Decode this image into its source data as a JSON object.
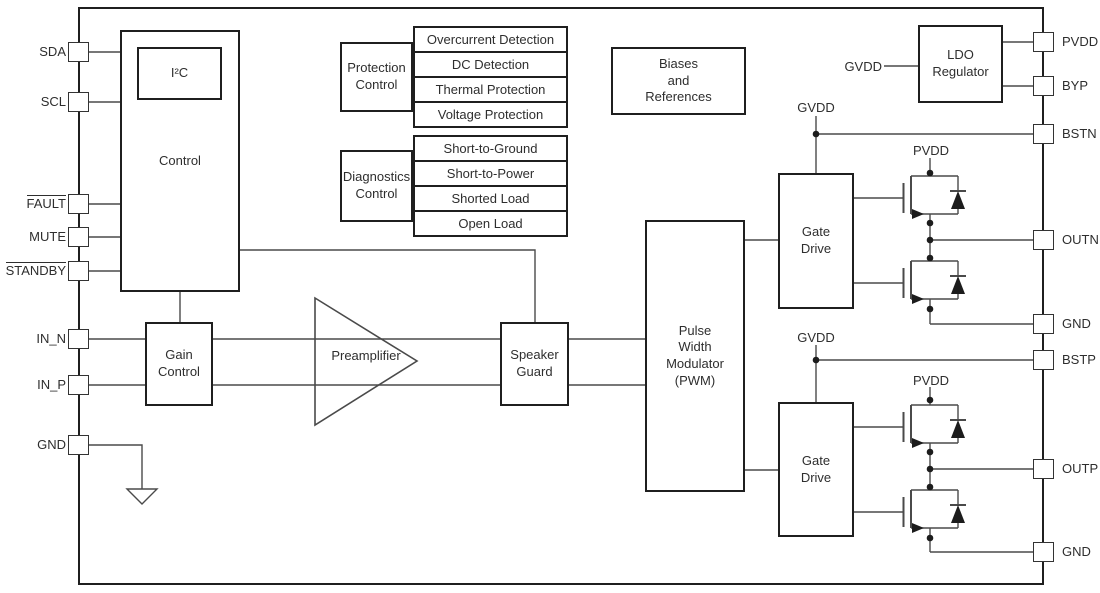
{
  "blocks": {
    "control": "Control",
    "i2c": "I²C",
    "biases": "Biases\nand\nReferences",
    "ldo": "LDO\nRegulator",
    "gain": "Gain\nControl",
    "preamplifier": "Preamplifier",
    "speaker_guard": "Speaker\nGuard",
    "pwm": "Pulse\nWidth\nModulator\n(PWM)",
    "gate_drive": "Gate\nDrive"
  },
  "protection": {
    "title": "Protection\nControl",
    "items": [
      "Overcurrent Detection",
      "DC Detection",
      "Thermal Protection",
      "Voltage Protection"
    ]
  },
  "diagnostics": {
    "title": "Diagnostics\nControl",
    "items": [
      "Short-to-Ground",
      "Short-to-Power",
      "Shorted Load",
      "Open Load"
    ]
  },
  "power": {
    "gvdd": "GVDD",
    "pvdd": "PVDD"
  },
  "pins": {
    "left": [
      {
        "label": "SDA",
        "overline": false
      },
      {
        "label": "SCL",
        "overline": false
      },
      {
        "label": "FAULT",
        "overline": true
      },
      {
        "label": "MUTE",
        "overline": false
      },
      {
        "label": "STANDBY",
        "overline": true
      },
      {
        "label": "IN_N",
        "overline": false
      },
      {
        "label": "IN_P",
        "overline": false
      },
      {
        "label": "GND",
        "overline": false
      }
    ],
    "right": [
      {
        "label": "PVDD"
      },
      {
        "label": "BYP"
      },
      {
        "label": "BSTN"
      },
      {
        "label": "OUTN"
      },
      {
        "label": "GND"
      },
      {
        "label": "BSTP"
      },
      {
        "label": "OUTP"
      },
      {
        "label": "GND"
      }
    ]
  },
  "colors": {
    "wire": "#4a4a4a",
    "box_border": "#1f1f1f",
    "text": "#2e2e2e",
    "background": "#ffffff"
  }
}
